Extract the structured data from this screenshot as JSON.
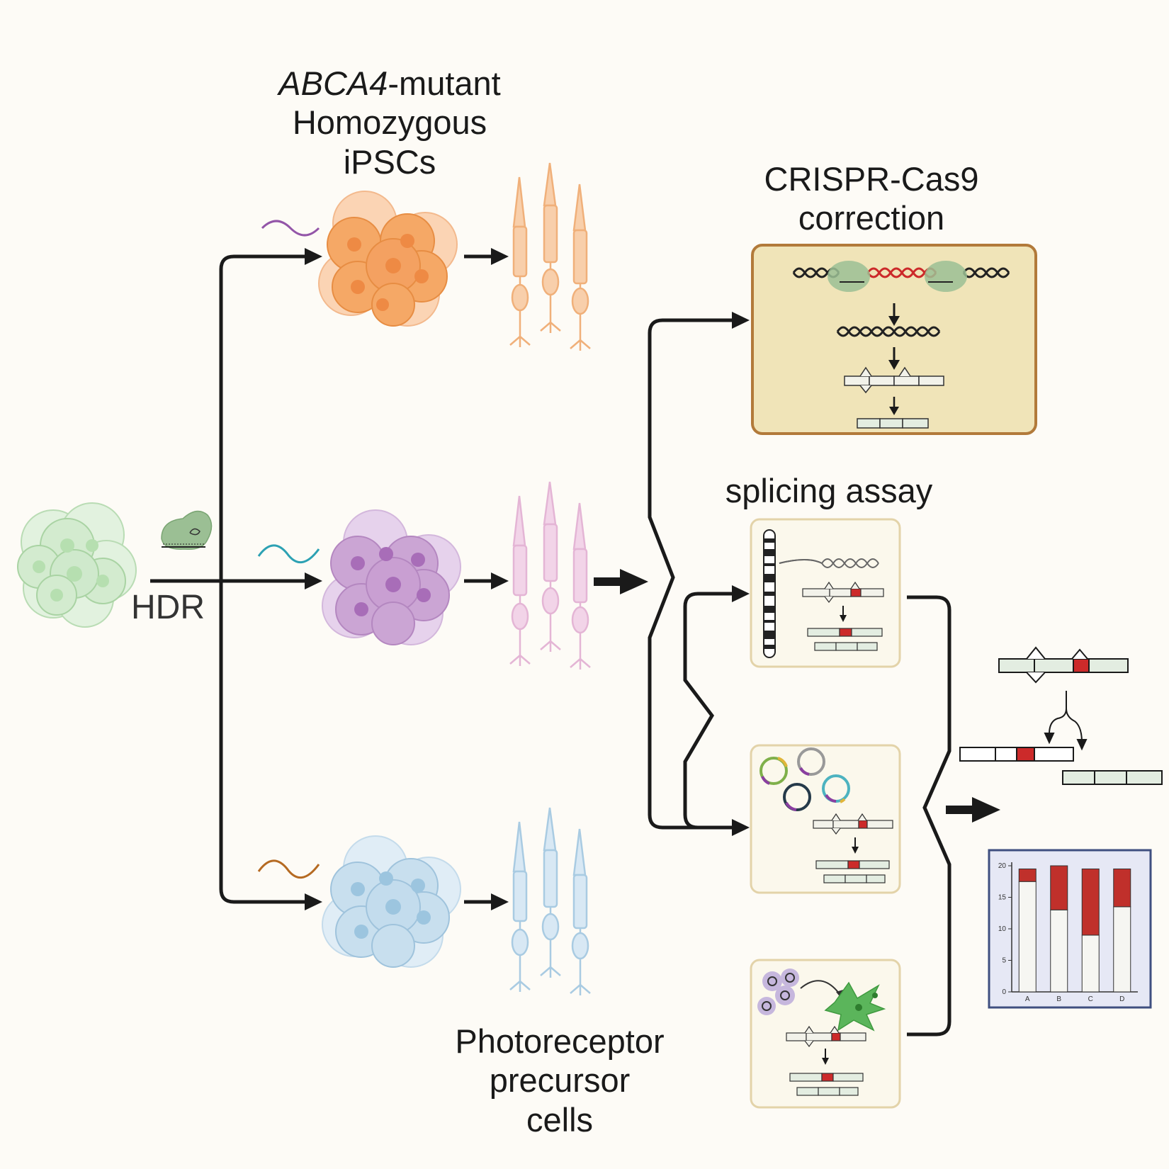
{
  "labels": {
    "title_gene": "ABCA4",
    "title_suffix": "-mutant",
    "title_line2": "Homozygous",
    "title_line3": "iPSCs",
    "hdr": "HDR",
    "crispr_line1": "CRISPR-Cas9",
    "crispr_line2": "correction",
    "splicing": "splicing assay",
    "ppc_line1": "Photoreceptor",
    "ppc_line2": "precursor",
    "ppc_line3": "cells"
  },
  "colors": {
    "orange_cells": "#f4a468",
    "purple_cells": "#c9a0d2",
    "blue_cells": "#bcd7ea",
    "green_cells": "#cfe9cc",
    "crispr_panel": "#f0e4b8",
    "exon_red": "#cc2a2a",
    "bar_red": "#c0302b",
    "bar_plot_bg": "#e6e8f5"
  },
  "chart_data": {
    "type": "bar",
    "categories": [
      "A",
      "B",
      "C",
      "D"
    ],
    "series": [
      {
        "values": [
          17.5,
          13,
          9,
          13.5
        ]
      },
      {
        "values": [
          2,
          7,
          10.5,
          6
        ]
      }
    ],
    "yticks": [
      0,
      5,
      10,
      15,
      20
    ],
    "ylim": [
      0,
      20
    ],
    "stacked": true
  }
}
